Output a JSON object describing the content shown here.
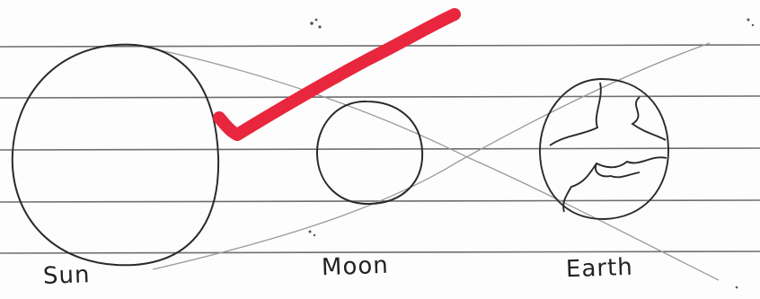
{
  "labels": {
    "sun": "Sun",
    "moon": "Moon",
    "earth": "Earth"
  },
  "colors": {
    "paper": "#fdfdfd",
    "ruled_line": "#6e6e6e",
    "pencil": "#2a2a2a",
    "pencil_light": "#9a9a9a",
    "checkmark": "#e8263d"
  },
  "marks": {
    "checkmark": "red-checkmark"
  }
}
